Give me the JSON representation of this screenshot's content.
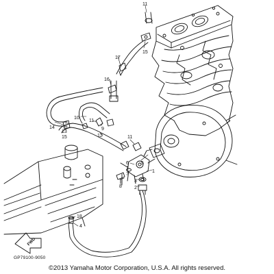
{
  "diagram": {
    "callouts": [
      "11",
      "15",
      "17",
      "16",
      "14",
      "10",
      "9",
      "11",
      "13",
      "15",
      "12",
      "11",
      "6",
      "5",
      "1",
      "7",
      "3",
      "2",
      "8",
      "18",
      "4"
    ],
    "fwd_label": "FWD",
    "drawing_number": "GP79100-9050",
    "copyright": "©2013 Yamaha Motor Corporation, U.S.A. All rights reserved."
  }
}
